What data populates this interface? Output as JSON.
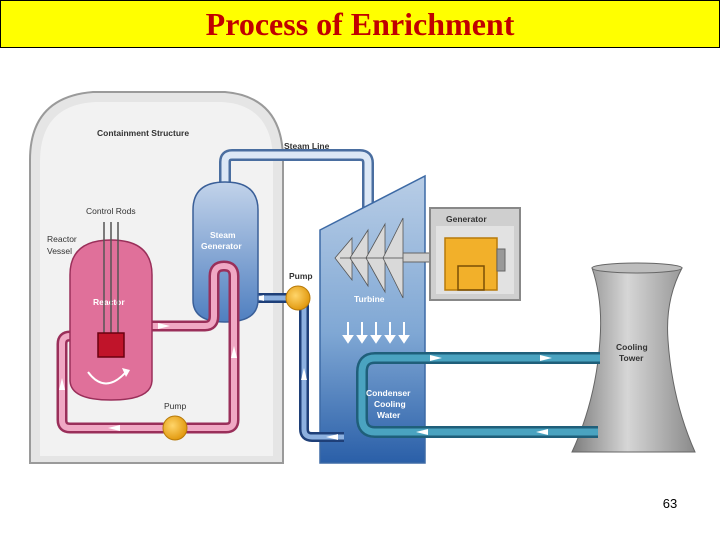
{
  "slide": {
    "title": "Process of Enrichment",
    "page_number": "63"
  },
  "diagram": {
    "containment_label": "Containment Structure",
    "steam_line_label": "Steam Line",
    "control_rods_label": "Control Rods",
    "reactor_vessel_label_1": "Reactor",
    "reactor_vessel_label_2": "Vessel",
    "steam_generator_label_1": "Steam",
    "steam_generator_label_2": "Generator",
    "reactor_label": "Reactor",
    "pump_top_label": "Pump",
    "pump_bottom_label": "Pump",
    "turbine_label": "Turbine",
    "generator_label": "Generator",
    "condenser_label_1": "Condenser",
    "condenser_label_2": "Cooling",
    "condenser_label_3": "Water",
    "cooling_tower_label_1": "Cooling",
    "cooling_tower_label_2": "Tower"
  },
  "colors": {
    "title_bg": "#ffff00",
    "title_text": "#c00000",
    "reactor_pink": "#e0709a",
    "steam_blue": "#6a90cc",
    "water_teal": "#2f7f9a",
    "pump_orange": "#f2b02a"
  }
}
